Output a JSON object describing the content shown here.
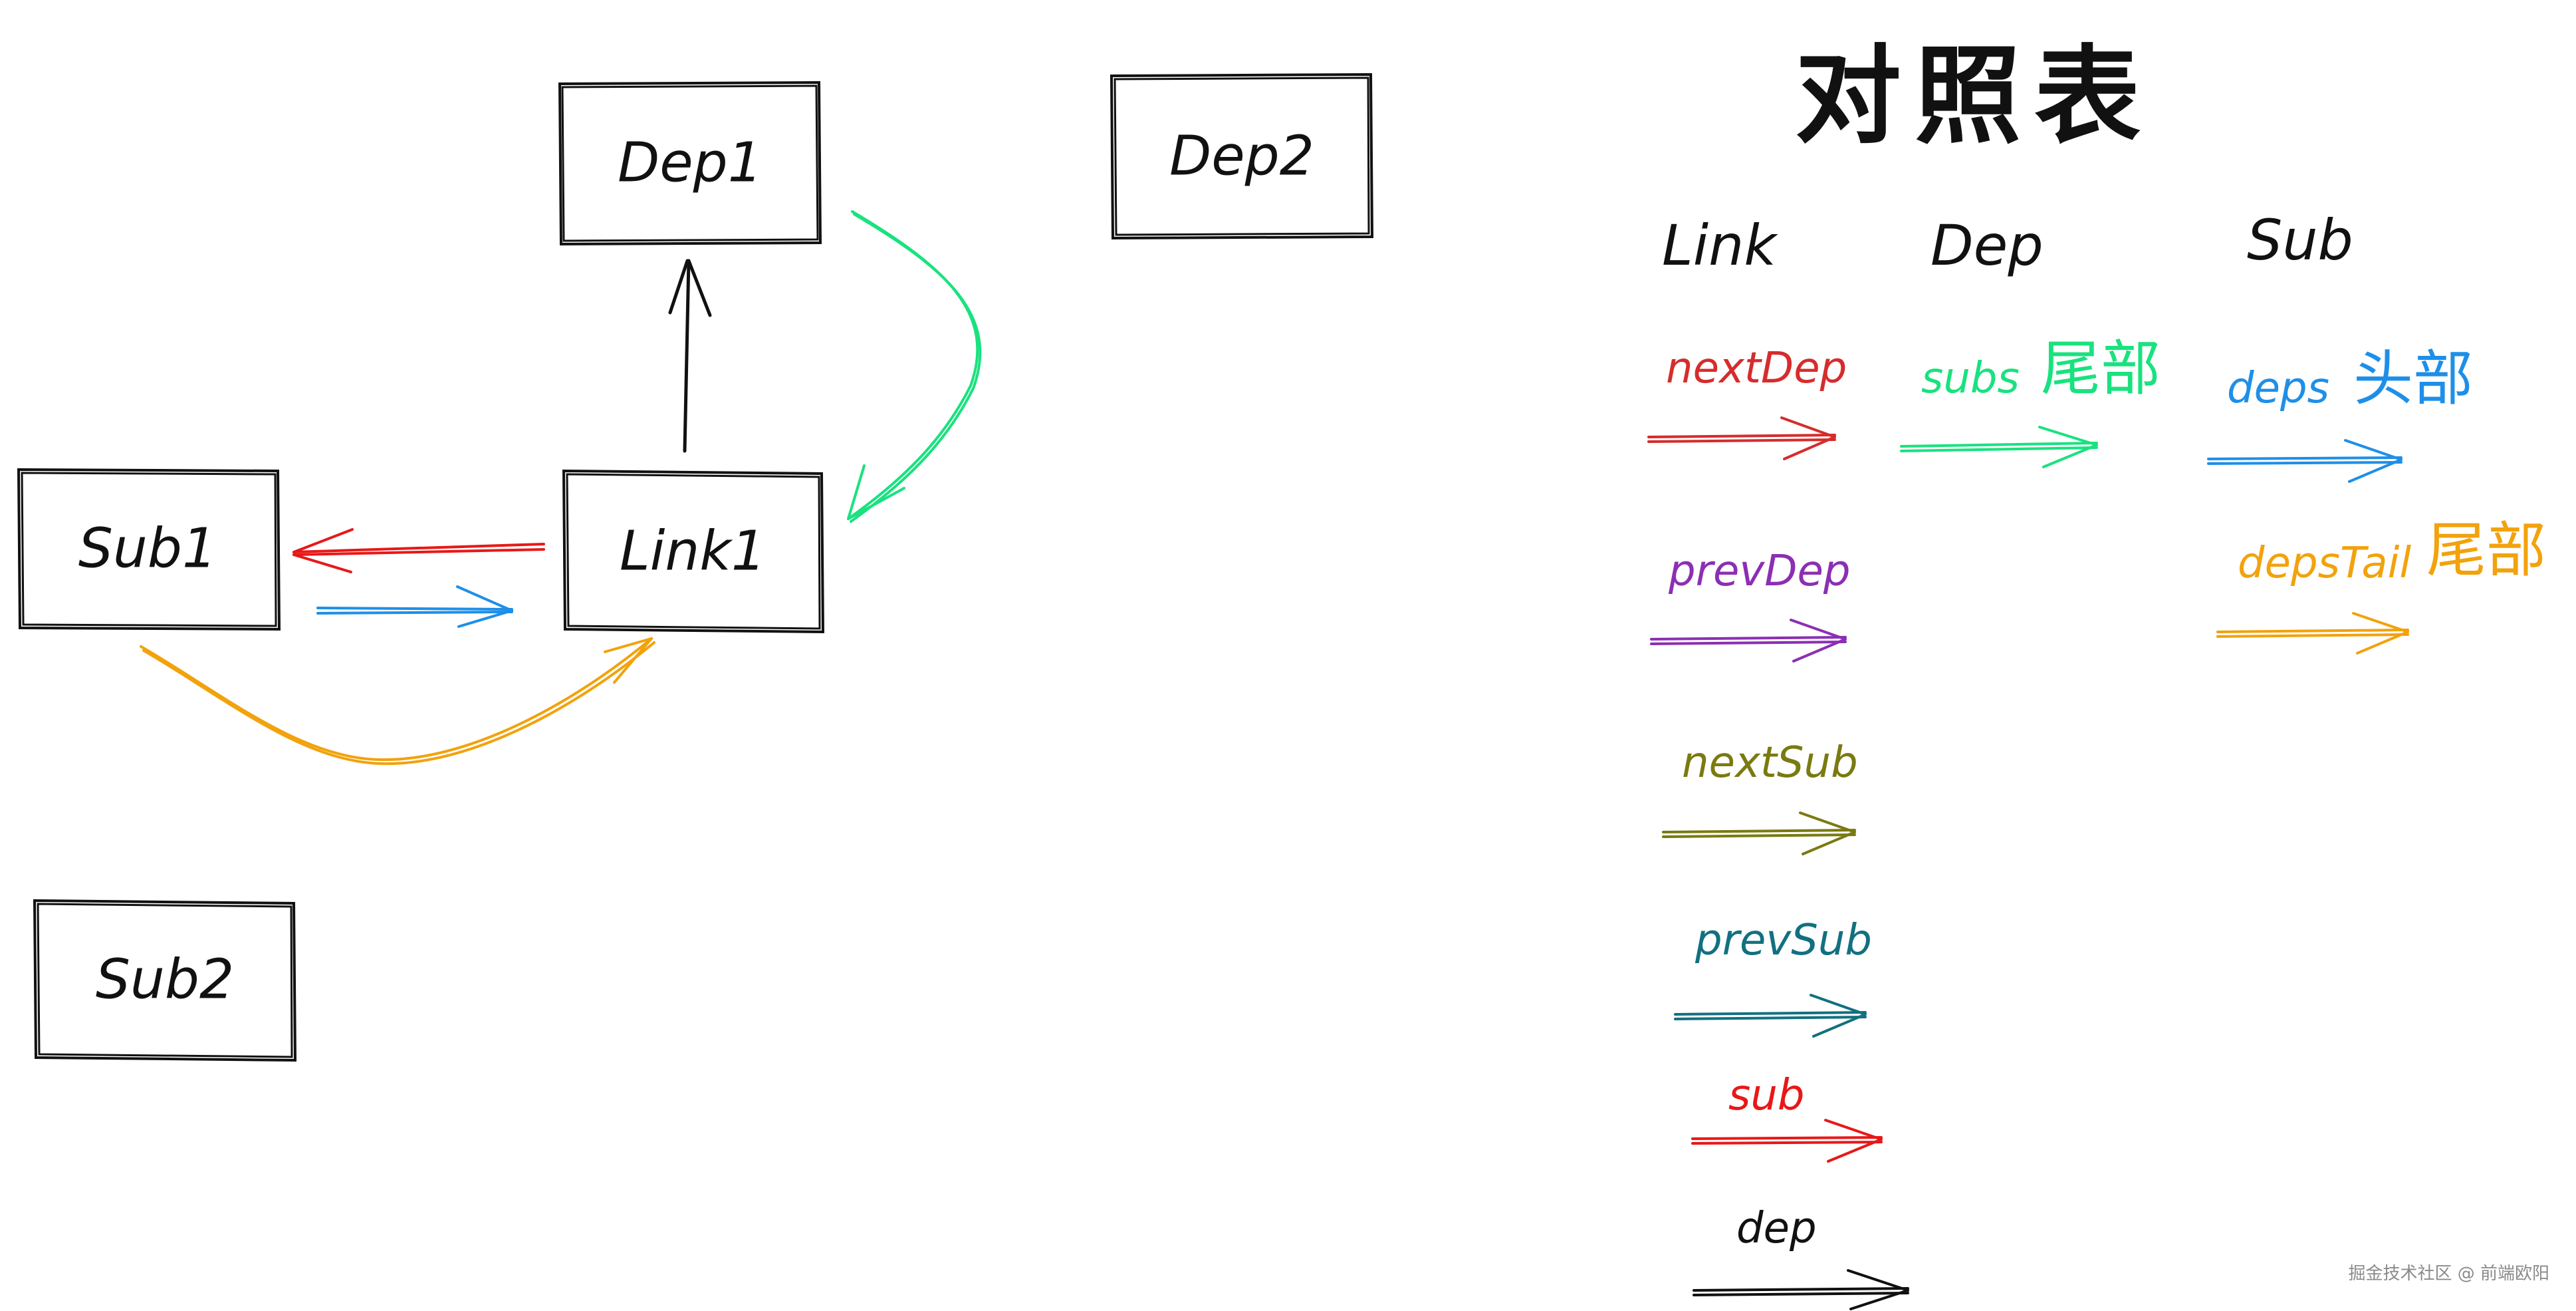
{
  "title": "对照表",
  "nodes": {
    "dep1": "Dep1",
    "dep2": "Dep2",
    "sub1": "Sub1",
    "link1": "Link1",
    "sub2": "Sub2"
  },
  "columns": {
    "link": "Link",
    "dep": "Dep",
    "sub": "Sub"
  },
  "legend": {
    "link_fields": [
      {
        "label": "nextDep",
        "color": "#d62c2c"
      },
      {
        "label": "prevDep",
        "color": "#8b2fb3"
      },
      {
        "label": "nextSub",
        "color": "#7a7a10"
      },
      {
        "label": "prevSub",
        "color": "#127080"
      },
      {
        "label": "sub",
        "color": "#e81818"
      },
      {
        "label": "dep",
        "color": "#111111"
      }
    ],
    "dep_fields": [
      {
        "label": "subs",
        "suffix": "尾部",
        "color": "#19e27f"
      }
    ],
    "sub_fields": [
      {
        "label": "deps",
        "suffix": "头部",
        "color": "#1e8fe8"
      },
      {
        "label": "depsTail",
        "suffix": "尾部",
        "color": "#f2a20c"
      }
    ]
  },
  "watermark": "掘金技术社区 @ 前端欧阳"
}
